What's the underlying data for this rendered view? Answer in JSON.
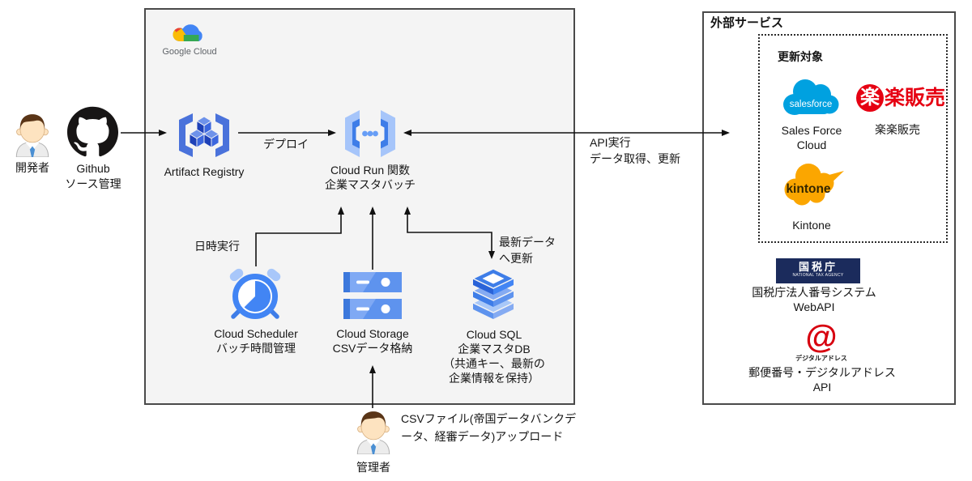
{
  "actors": {
    "developer": {
      "label": "開発者"
    },
    "github": {
      "name": "Github",
      "role": "ソース管理"
    },
    "admin": {
      "label": "管理者",
      "note_line1": "CSVファイル(帝国データバンクデ",
      "note_line2": "ータ、経審データ)アップロード"
    }
  },
  "google_cloud": {
    "logo_text": "Google Cloud",
    "artifact_registry": {
      "name": "Artifact Registry"
    },
    "cloud_run": {
      "name": "Cloud Run 関数",
      "role": "企業マスタバッチ"
    },
    "cloud_scheduler": {
      "name": "Cloud Scheduler",
      "role": "バッチ時間管理"
    },
    "cloud_storage": {
      "name": "Cloud Storage",
      "role": "CSVデータ格納"
    },
    "cloud_sql": {
      "name": "Cloud SQL",
      "role": "企業マスタDB",
      "note_line1": "（共通キー、最新の",
      "note_line2": "企業情報を保持）"
    }
  },
  "edges": {
    "deploy": "デプロイ",
    "api_line1": "API実行",
    "api_line2": "データ取得、更新",
    "schedule": "日時実行",
    "latest_line1": "最新データ",
    "latest_line2": "へ更新"
  },
  "external": {
    "title": "外部サービス",
    "update_targets": "更新対象",
    "salesforce": {
      "logo_text": "salesforce",
      "label_line1": "Sales Force",
      "label_line2": "Cloud"
    },
    "rakuraku": {
      "logo_circle_char": "楽",
      "logo_rest": "楽販売",
      "label": "楽楽販売"
    },
    "kintone": {
      "logo_text": "kintone",
      "label": "Kintone"
    },
    "nta": {
      "logo_title": "国税庁",
      "logo_subtitle": "NATIONAL TAX AGENCY",
      "label_line1": "国税庁法人番号システム",
      "label_line2": "WebAPI"
    },
    "digital_address": {
      "mark": "@",
      "logo_text": "デジタルアドレス",
      "label_line1": "郵便番号・デジタルアドレス",
      "label_line2": "API"
    }
  },
  "colors": {
    "gcp_blue": "#4285F4",
    "gcp_blue_light": "#A6C5FA",
    "salesforce_blue": "#00A1E0",
    "rakuraku_red": "#E60012",
    "kintone_orange": "#FBA600",
    "nta_navy": "#1B2B5C",
    "digital_address_red": "#D7000F",
    "box_fill": "#f4f4f4",
    "box_border": "#4a4a4a"
  }
}
